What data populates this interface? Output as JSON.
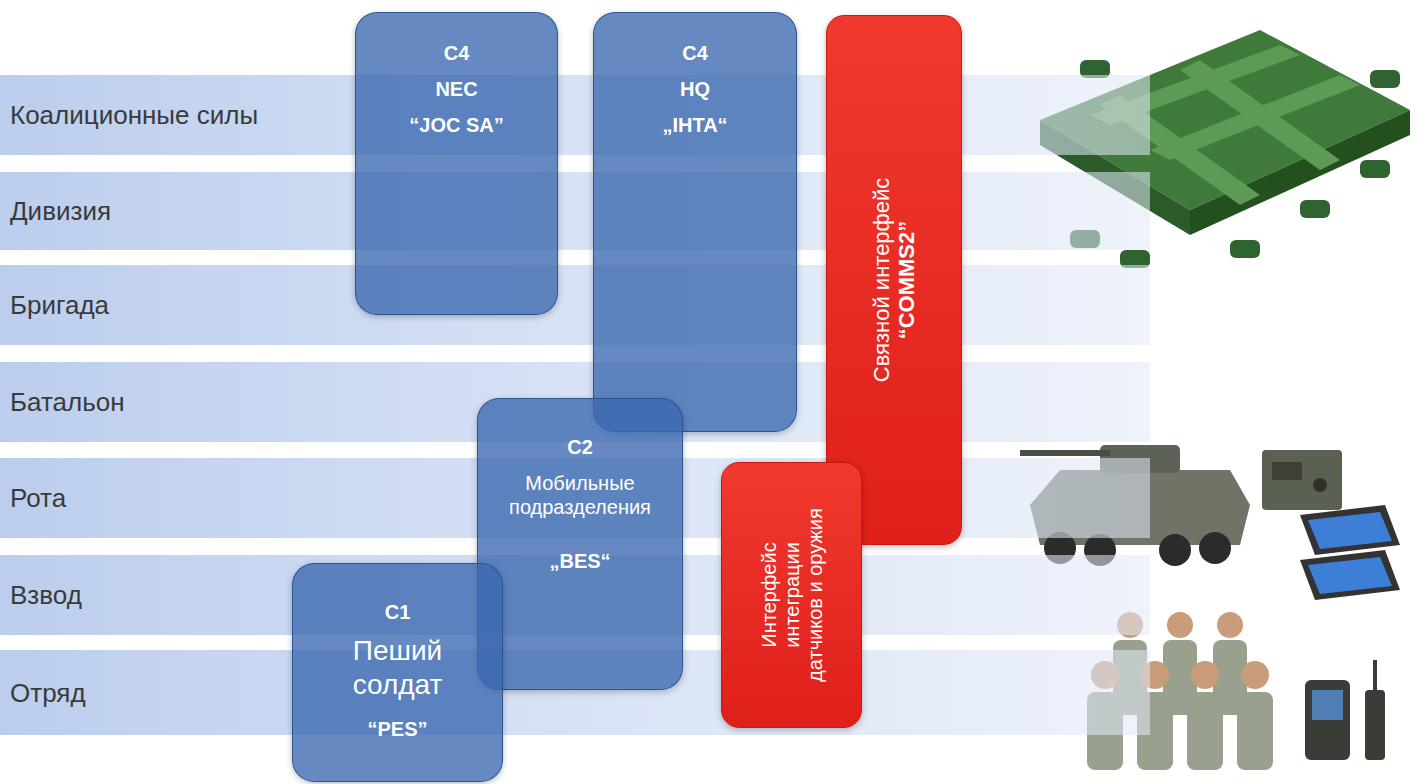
{
  "diagram": {
    "nodes": [
      {
        "text": [
          "Коалиционные силы"
        ]
      },
      {
        "text": [
          "Дивизия"
        ]
      },
      {
        "text": [
          "Бригада"
        ]
      },
      {
        "text": [
          "Батальон"
        ]
      },
      {
        "text": [
          "Рота"
        ]
      },
      {
        "text": [
          "Взвод"
        ]
      },
      {
        "text": [
          "Отряд"
        ]
      },
      {
        "text": [
          "C4",
          "NEC",
          "“JOC SA”"
        ]
      },
      {
        "text": [
          "C4",
          "HQ",
          "„IHTA“"
        ]
      },
      {
        "text": [
          "Связной интерфейс",
          "“COMMS2”"
        ]
      },
      {
        "text": [
          "C2",
          "Мобильные подразделения",
          "„BES“"
        ]
      },
      {
        "text": [
          "Интерфейс интеграции датчиков и оружия"
        ]
      },
      {
        "text": [
          "C1",
          "Пеший солдат",
          "“PES”"
        ]
      }
    ]
  }
}
